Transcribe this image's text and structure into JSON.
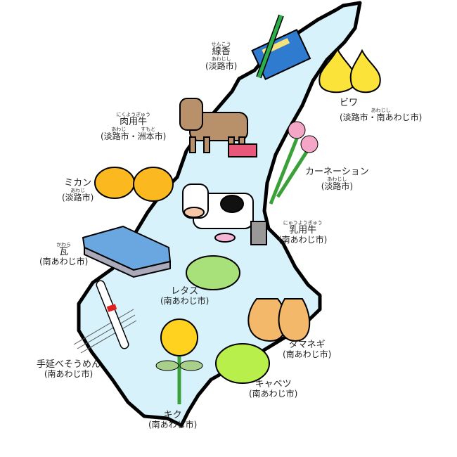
{
  "colors": {
    "island": "#d8f2fb",
    "outline": "#000000"
  },
  "products": [
    {
      "name": "線香",
      "reading": "せんこう",
      "city_reading": "あわじし",
      "city": "(淡路市)",
      "icon": "incense-icon"
    },
    {
      "name": "ビワ",
      "reading": "",
      "city_reading": "あわじし",
      "city": "(淡路市・南あわじ市)",
      "icon": "loquat-icon"
    },
    {
      "name": "肉用牛",
      "reading": "にくようぎゅう",
      "city_reading": "あわじ　　　すもと",
      "city": "(淡路市・洲本市)",
      "icon": "beef-cattle-icon"
    },
    {
      "name": "カーネーション",
      "reading": "",
      "city_reading": "あわじし",
      "city": "(淡路市)",
      "icon": "carnation-icon"
    },
    {
      "name": "ミカン",
      "reading": "",
      "city_reading": "あわじ",
      "city": "(淡路市)",
      "icon": "mandarin-icon"
    },
    {
      "name": "乳用牛",
      "reading": "にゅうようぎゅう",
      "city_reading": "",
      "city": "(南あわじ市)",
      "icon": "dairy-cow-icon"
    },
    {
      "name": "瓦",
      "reading": "かわら",
      "city_reading": "",
      "city": "(南あわじ市)",
      "icon": "roof-tile-icon"
    },
    {
      "name": "レタス",
      "reading": "",
      "city_reading": "",
      "city": "(南あわじ市)",
      "icon": "lettuce-icon"
    },
    {
      "name": "手延べそうめん",
      "reading": "",
      "city_reading": "",
      "city": "(南あわじ市)",
      "icon": "somen-icon"
    },
    {
      "name": "タマネギ",
      "reading": "",
      "city_reading": "",
      "city": "(南あわじ市)",
      "icon": "onion-icon"
    },
    {
      "name": "キャベツ",
      "reading": "",
      "city_reading": "",
      "city": "(南あわじ市)",
      "icon": "cabbage-icon"
    },
    {
      "name": "キク",
      "reading": "",
      "city_reading": "",
      "city": "(南あわじ市)",
      "icon": "chrysanthemum-icon"
    }
  ]
}
